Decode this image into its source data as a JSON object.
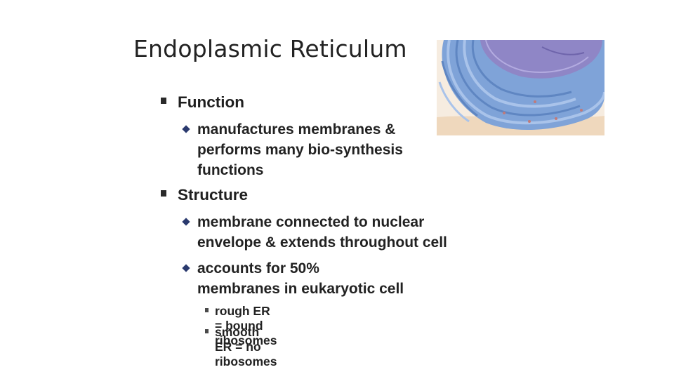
{
  "slide": {
    "title": "Endoplasmic Reticulum",
    "bullets": [
      {
        "heading": "Function",
        "sub": [
          {
            "lines": [
              "manufactures membranes &",
              "performs many bio-synthesis",
              "functions"
            ]
          }
        ]
      },
      {
        "heading": "Structure",
        "sub": [
          {
            "lines": [
              "membrane connected to nuclear",
              "envelope & extends throughout cell"
            ]
          },
          {
            "lines": [
              "accounts for 50%",
              "membranes in eukaryotic cell"
            ],
            "sub": [
              "rough ER = bound ribosomes",
              "smooth ER = no ribosomes"
            ]
          }
        ]
      }
    ]
  },
  "figure": {
    "subject": "endoplasmic-reticulum-illustration"
  },
  "colors": {
    "er_membrane": "#7a9fd6",
    "nucleus": "#8f86c6",
    "background_tint": "#f6ece0"
  }
}
